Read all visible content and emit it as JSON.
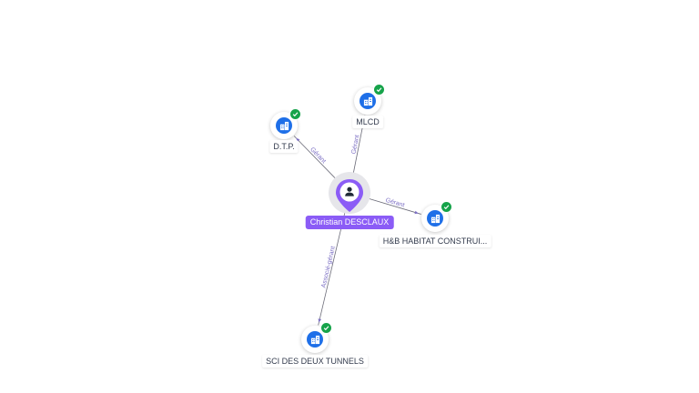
{
  "colors": {
    "accent": "#8b5cf6",
    "edge": "#6b6b78",
    "edge_label": "#7c6fc4",
    "company_icon_bg": "#1e6fe8",
    "verified_badge": "#16a34a"
  },
  "center": {
    "name": "Christian DESCLAUX",
    "icon": "person-icon"
  },
  "companies": [
    {
      "id": "dtp",
      "name": "D.T.P.",
      "icon": "building-icon",
      "verified": true
    },
    {
      "id": "mlcd",
      "name": "MLCD",
      "icon": "building-icon",
      "verified": true
    },
    {
      "id": "hb",
      "name": "H&B HABITAT CONSTRUI...",
      "icon": "building-icon",
      "verified": true
    },
    {
      "id": "sci",
      "name": "SCI DES DEUX TUNNELS",
      "icon": "building-icon",
      "verified": true
    }
  ],
  "edges": [
    {
      "to": "dtp",
      "label": "Gérant"
    },
    {
      "to": "mlcd",
      "label": "Gérant"
    },
    {
      "to": "hb",
      "label": "Gérant"
    },
    {
      "to": "sci",
      "label": "Associé-gérant"
    }
  ]
}
